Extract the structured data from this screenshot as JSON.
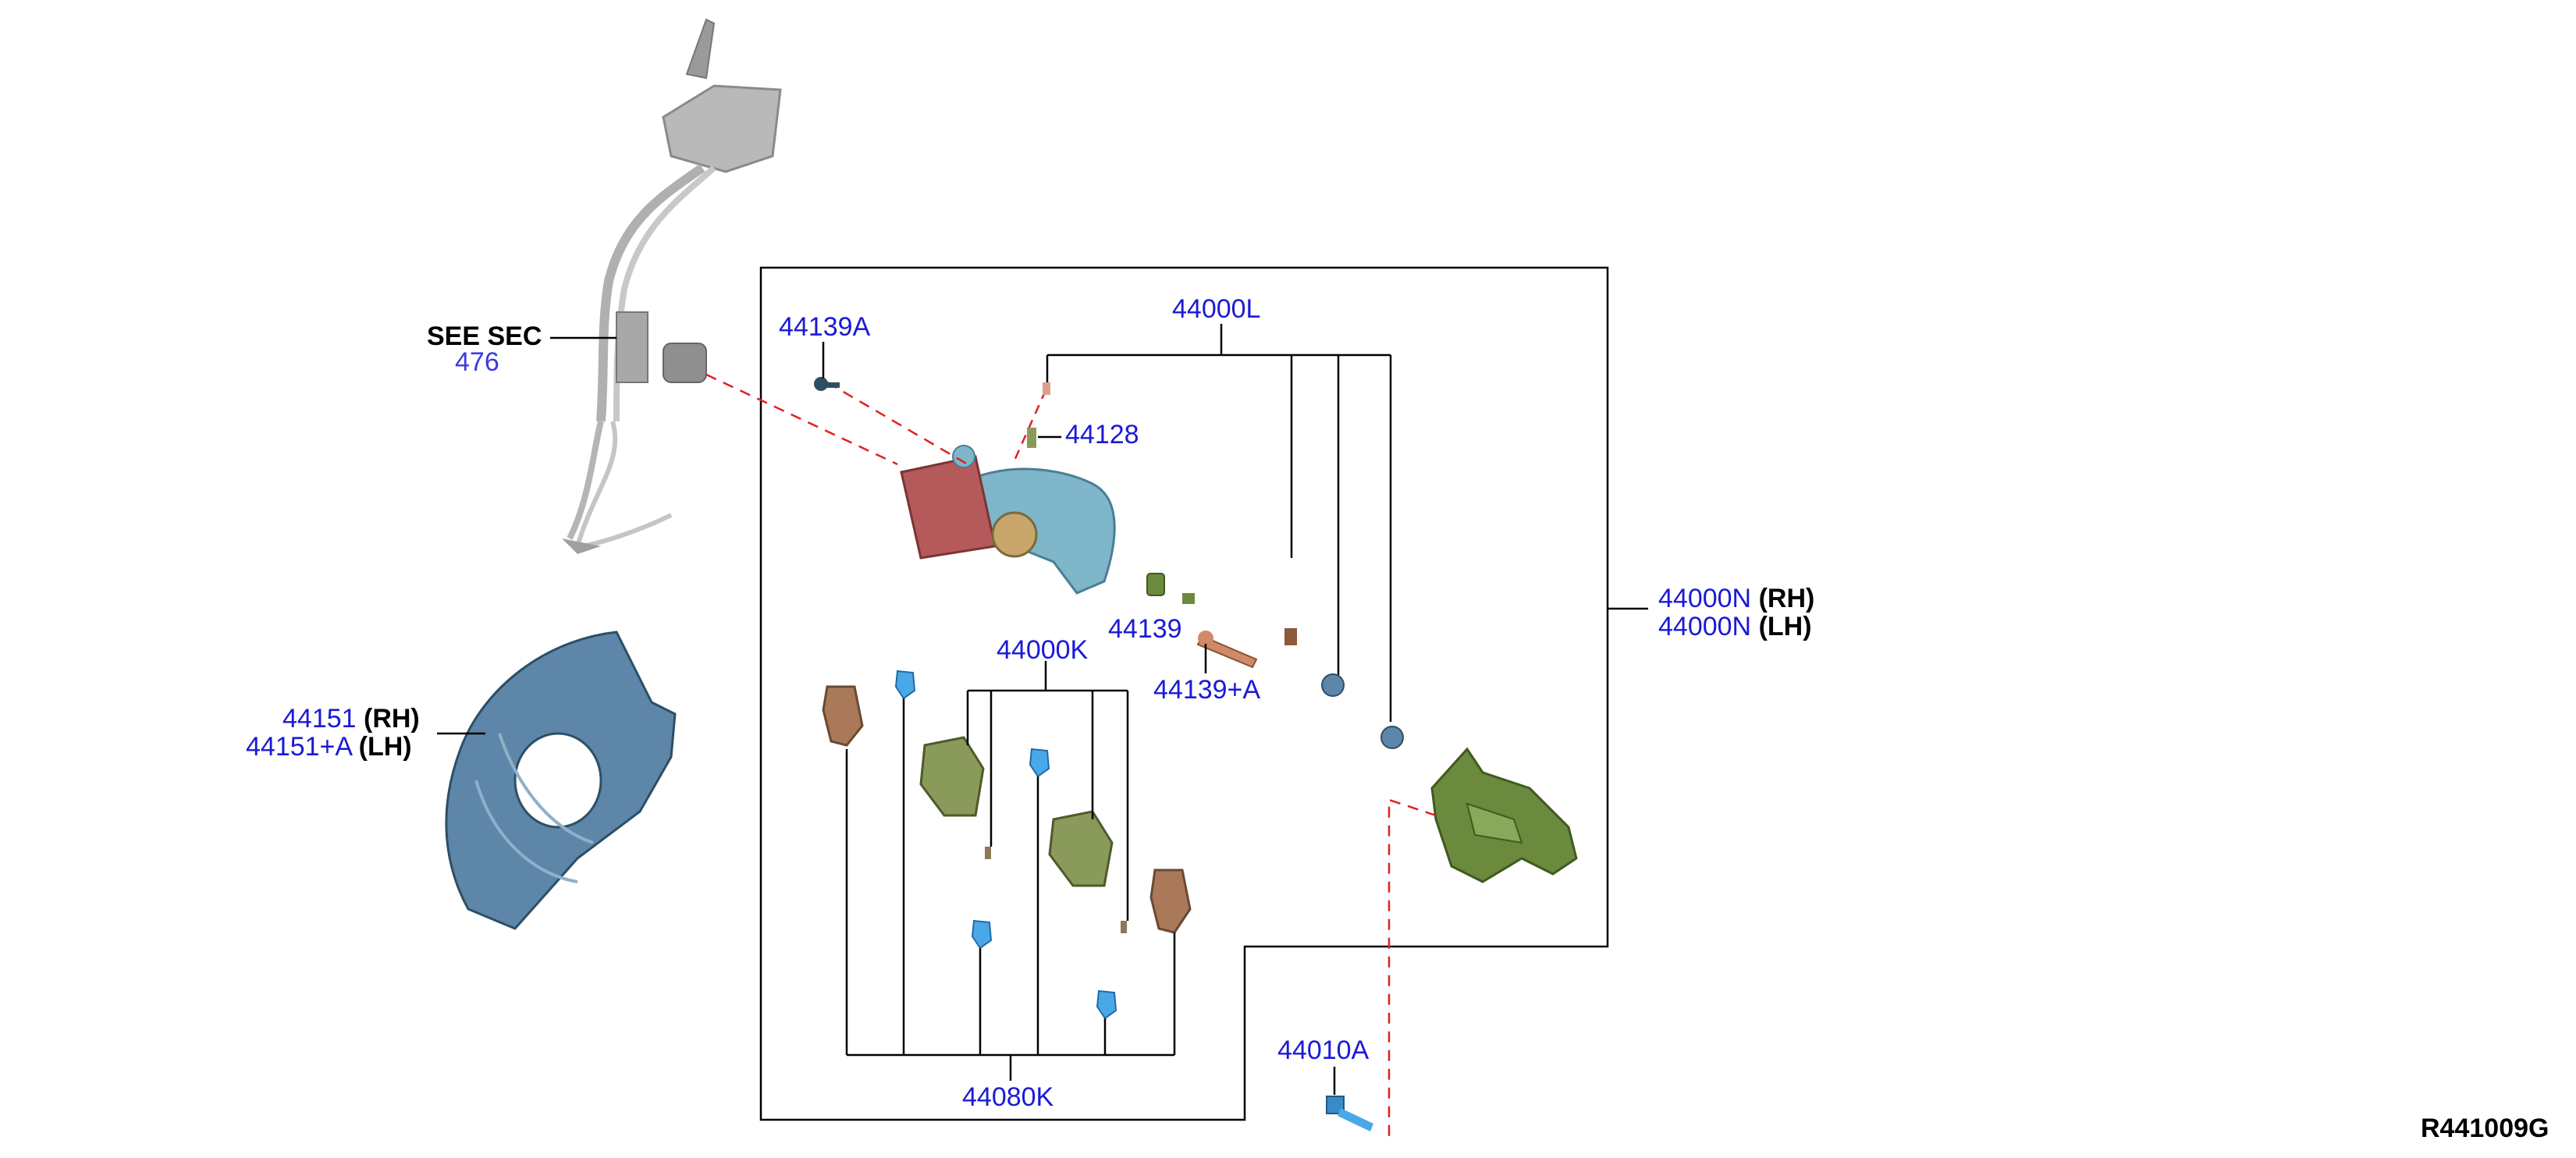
{
  "see_sec": {
    "label": "SEE SEC",
    "number": "476"
  },
  "parts": {
    "p44139A": "44139A",
    "p44000L": "44000L",
    "p44128": "44128",
    "p44139": "44139",
    "p44139A_plus": "44139+A",
    "p44000K": "44000K",
    "p44080K": "44080K",
    "p44010A": "44010A",
    "p44151": "44151",
    "p44151A": "44151+A",
    "p44000N_rh": "44000N",
    "p44000N_lh": "44000N"
  },
  "sides": {
    "rh": "(RH)",
    "lh": "(LH)"
  },
  "diagram_code": "R441009G",
  "colors": {
    "label_blue": "#1a1ad6",
    "leader_line": "#000000",
    "dashed_red": "#e02020",
    "caliper_blue": "#7fb6c9",
    "piston_red": "#b5595a",
    "bracket_green": "#6b8a3e",
    "pad_green": "#8a9a5b",
    "shim_brown": "#a9795a",
    "clip_blue": "#4aa8e8",
    "shield_blue": "#5d86a8",
    "wire_gray": "#b8b8b8"
  }
}
